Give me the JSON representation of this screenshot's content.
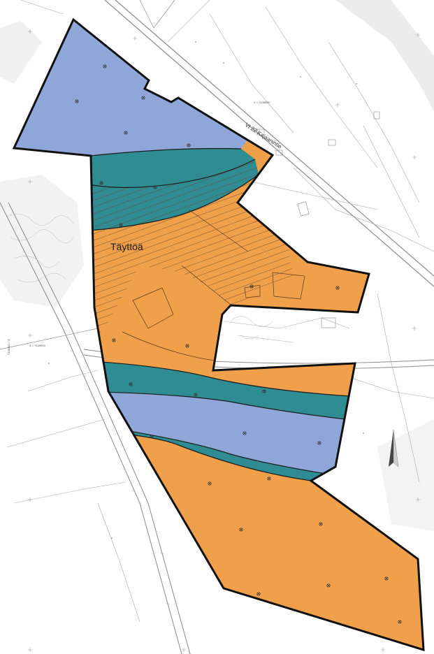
{
  "map": {
    "zone_label": "Täyttöä",
    "road_label": "Vt 22 Kajaanintie",
    "coordinate_labels": [
      "X = 7149500",
      "X = 7149000",
      "7149200 = X"
    ],
    "colors": {
      "background": "#ffffff",
      "basemap_line": "#9a9a9a",
      "fill_orange": "#f0a04b",
      "fill_teal": "#2f8c93",
      "fill_blue": "#8fa6d9",
      "boundary": "#111111",
      "hatch": "#6b4a2a"
    },
    "legend": []
  }
}
